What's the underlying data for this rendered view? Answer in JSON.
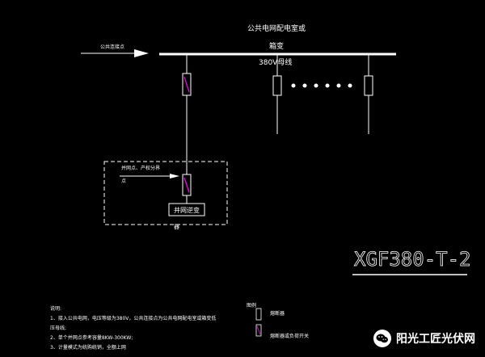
{
  "diagram": {
    "title_network": "公共电网配电室或",
    "title_transformer": "箱变",
    "bus_label": "380V母线",
    "incoming_label": "公共连接点",
    "poc_label_line1": "并网点、产权分界",
    "poc_label_line2": "点",
    "inverter_label": "并网逆变",
    "inverter_suffix": "器",
    "drawing_code": "XGF380-T-2"
  },
  "notes": {
    "heading": "说明:",
    "line1": "1、接入公共电网，电压等级为380V，公共连接点为公共电网配电室或箱变低",
    "line1b": "压母线;",
    "line2": "2、单个并网点参考容量8KW-300KW;",
    "line3": "3、计量模式为统购统销，全额上网"
  },
  "legend": {
    "heading": "图例",
    "item1_label": "熔断器",
    "item2_label": "熔断器或负荷开关"
  },
  "watermark": {
    "text": "阳光工匠光伏网"
  },
  "colors": {
    "background": "#000000",
    "line": "#ffffff",
    "breaker_accent": "#ff00ff"
  }
}
